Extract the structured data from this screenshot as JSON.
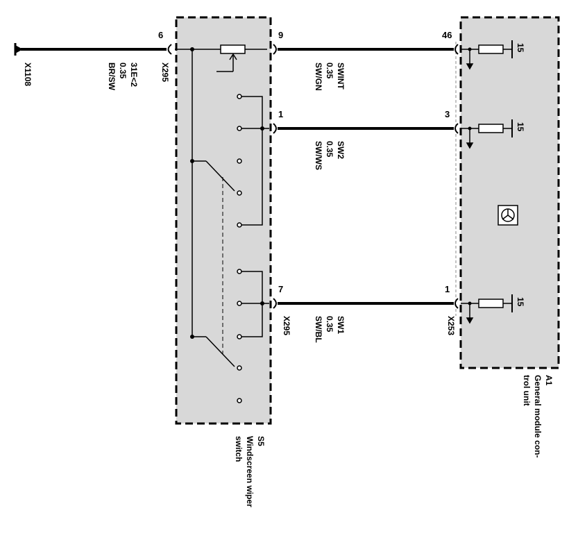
{
  "components": {
    "s5": {
      "id": "S5",
      "name": "Windscreen wiper switch"
    },
    "a1": {
      "id": "A1",
      "name": "General module control unit"
    }
  },
  "ground": {
    "connector": "X1108"
  },
  "left_wire": {
    "pin": "6",
    "connector": "X295",
    "label": "31E<2",
    "size": "0.35",
    "color": "BR/SW"
  },
  "wires": [
    {
      "name": "SWINT",
      "size": "0.35",
      "color": "SW/GN",
      "s5_pin": "9",
      "a1_pin": "46"
    },
    {
      "name": "SW2",
      "size": "0.35",
      "color": "SW/WS",
      "s5_pin": "1",
      "a1_pin": "3"
    },
    {
      "name": "SW1",
      "size": "0.35",
      "color": "SW/BL",
      "s5_pin": "7",
      "a1_pin": "1"
    }
  ],
  "connectors": {
    "s5_right": "X295",
    "a1_left": "X253"
  },
  "terminal_label": "15",
  "a1_lines": [
    "General module con-",
    "trol unit"
  ],
  "s5_lines": [
    "Windscreen wiper",
    "switch"
  ]
}
